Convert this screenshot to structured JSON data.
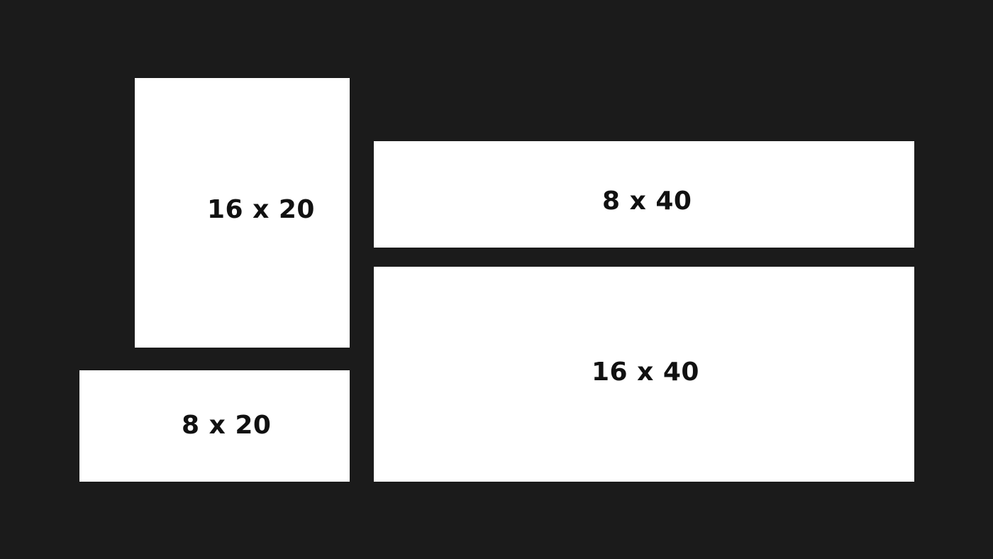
{
  "colors": {
    "background": "#1b1b1b",
    "panel": "#ffffff",
    "label_text": "#111111"
  },
  "panels": [
    {
      "id": "16x20",
      "label": "16 x 20"
    },
    {
      "id": "8x20",
      "label": "8 x 20"
    },
    {
      "id": "8x40",
      "label": "8 x 40"
    },
    {
      "id": "16x40",
      "label": "16 x 40"
    }
  ]
}
